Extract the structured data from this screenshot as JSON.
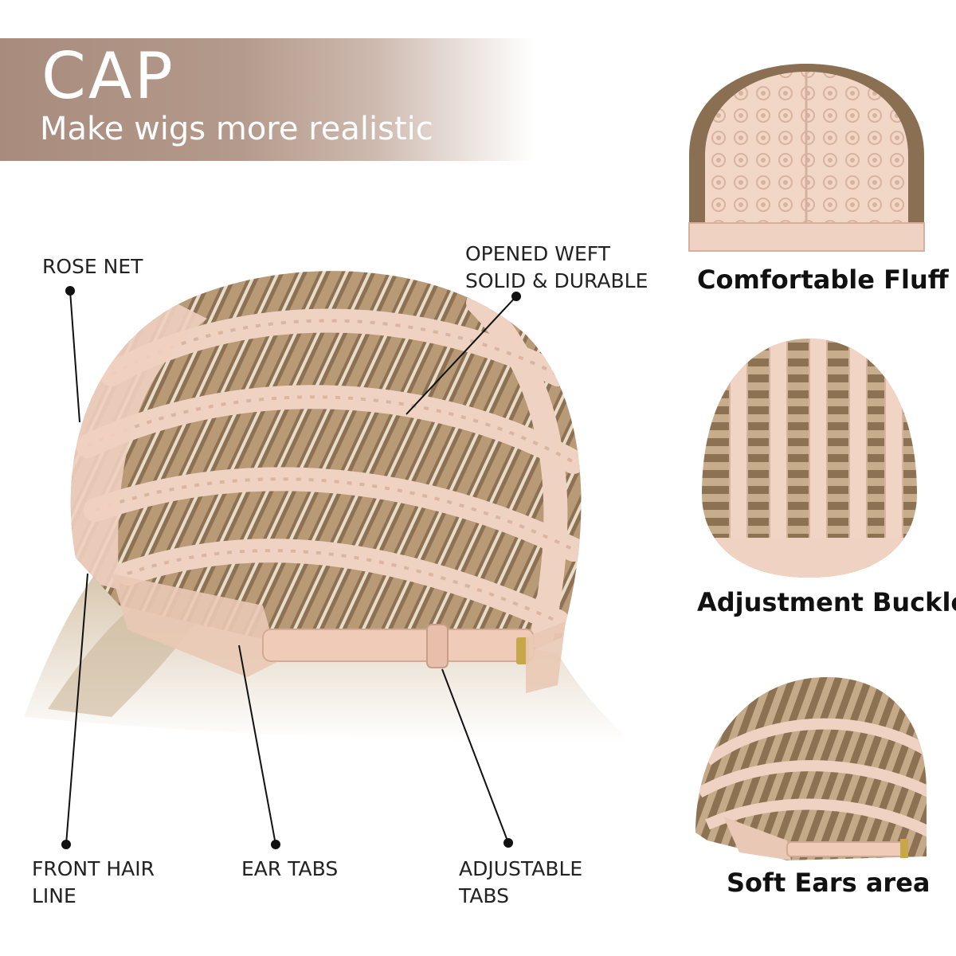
{
  "header": {
    "title": "CAP",
    "subtitle": "Make wigs more realistic"
  },
  "callouts": {
    "rose_net": "ROSE NET",
    "opened_weft_1": "OPENED WEFT",
    "opened_weft_2": "SOLID & DURABLE",
    "front_hair_line_1": "FRONT HAIR",
    "front_hair_line_2": "LINE",
    "ear_tabs": "EAR TABS",
    "adjustable_tabs_1": "ADJUSTABLE",
    "adjustable_tabs_2": "TABS"
  },
  "features": [
    {
      "caption": "Comfortable Fluff",
      "icon": "lace-cap-front-image"
    },
    {
      "caption": "Adjustment Buckle",
      "icon": "cap-back-straps-image"
    },
    {
      "caption": "Soft Ears area",
      "icon": "cap-side-ear-image"
    }
  ],
  "colors": {
    "banner": "#a88b7c",
    "lace": "#f0d2c2",
    "hair_dark": "#8a6f52",
    "hair_light": "#e8dccb",
    "text": "#1a1a1a"
  }
}
